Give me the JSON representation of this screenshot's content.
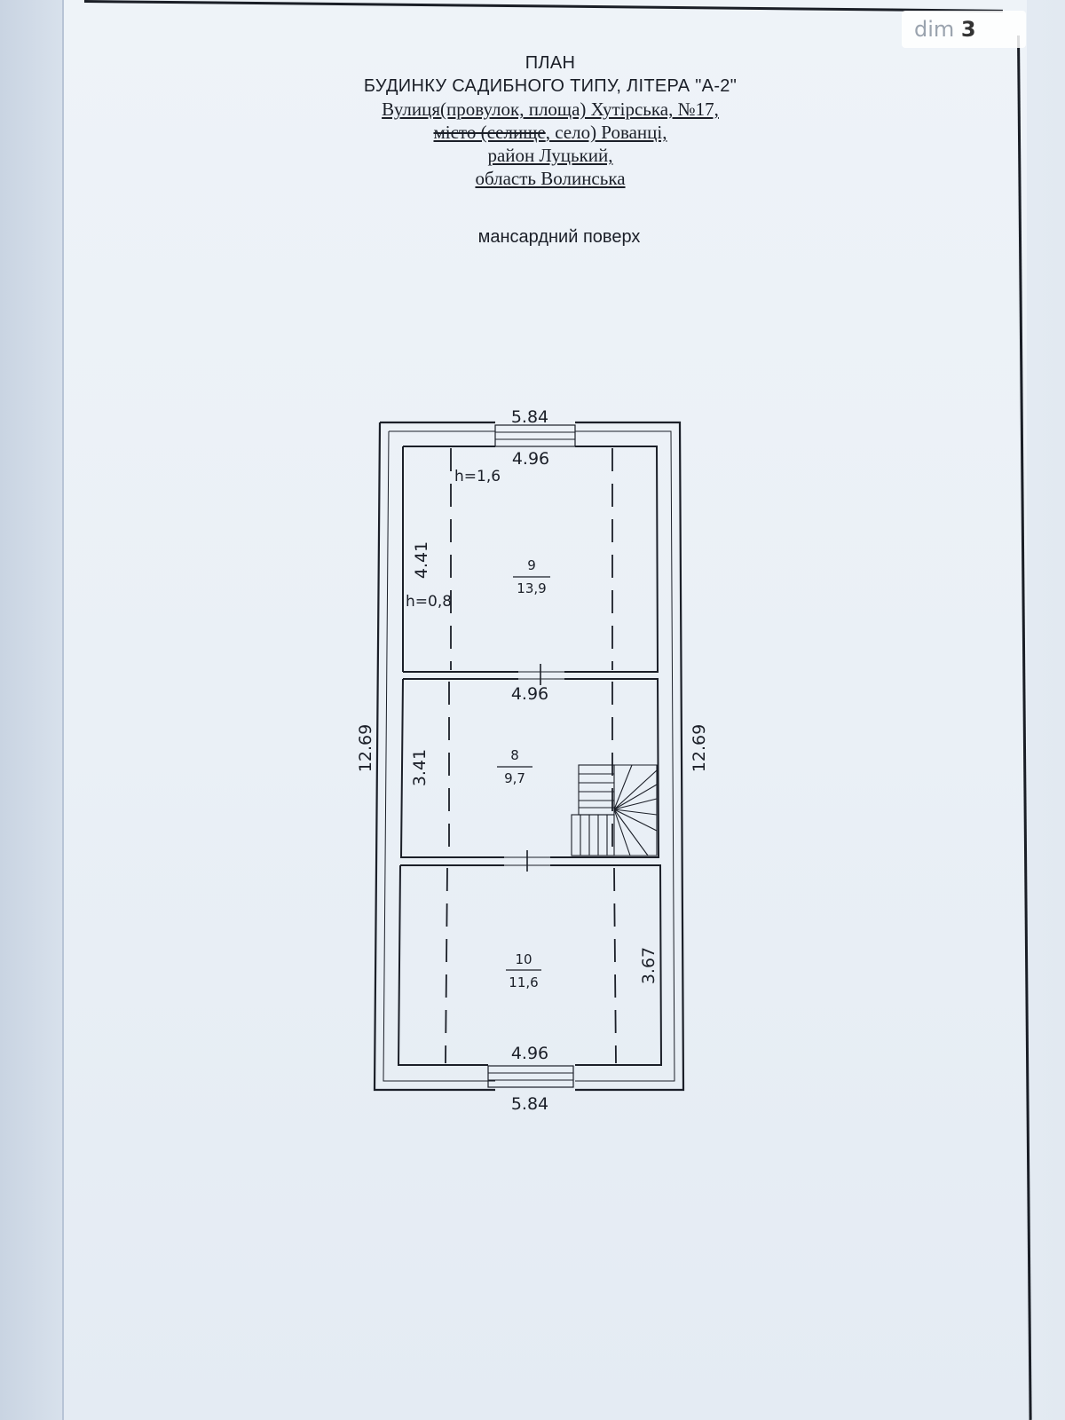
{
  "watermark": {
    "brand": "dim",
    "number": "3"
  },
  "header": {
    "title": "ПЛАН",
    "subtitle": "БУДИНКУ САДИБНОГО ТИПУ, ЛІТЕРА \"А-2\"",
    "street_line": "Вулиця(провулок, площа) Хутірська, №17,",
    "settlement_struck": "місто (селище",
    "settlement_rest": ", село) Рованці,",
    "district": "район Луцький,",
    "region": "область Волинська"
  },
  "floor_title": "мансардний поверх",
  "plan": {
    "dims": {
      "top_outer": "5.84",
      "top_inner": "4.96",
      "mid_inner": "4.96",
      "bottom_inner": "4.96",
      "bottom_outer": "5.84",
      "left_outer": "12.69",
      "right_outer": "12.69",
      "room9_height": "4.41",
      "room8_height": "3.41",
      "room10_height": "3.67"
    },
    "heights": {
      "h_high": "h=1,6",
      "h_low": "h=0,8"
    },
    "rooms": [
      {
        "number": "9",
        "area": "13,9"
      },
      {
        "number": "8",
        "area": "9,7"
      },
      {
        "number": "10",
        "area": "11,6"
      }
    ]
  }
}
